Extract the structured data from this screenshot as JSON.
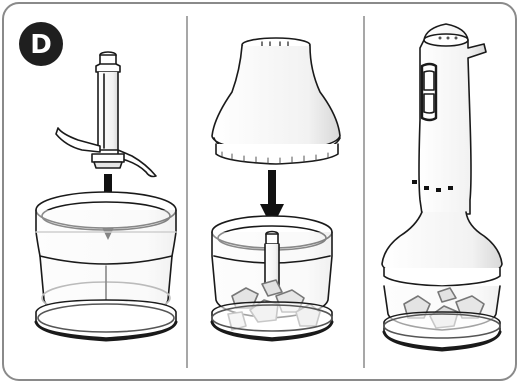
{
  "step_badge": {
    "label": "D"
  },
  "panels": [
    {
      "id": "panel-1",
      "content": "blade-insert"
    },
    {
      "id": "panel-2",
      "content": "gearbox-lid"
    },
    {
      "id": "panel-3",
      "content": "motor-unit"
    }
  ],
  "colors": {
    "stroke": "#1a1a1a",
    "badge_fill": "#1f1f1f",
    "badge_text": "#ffffff",
    "frame_stroke": "#888888",
    "panel_shading": "#e8e8e8",
    "arrow_fill": "#111111"
  }
}
